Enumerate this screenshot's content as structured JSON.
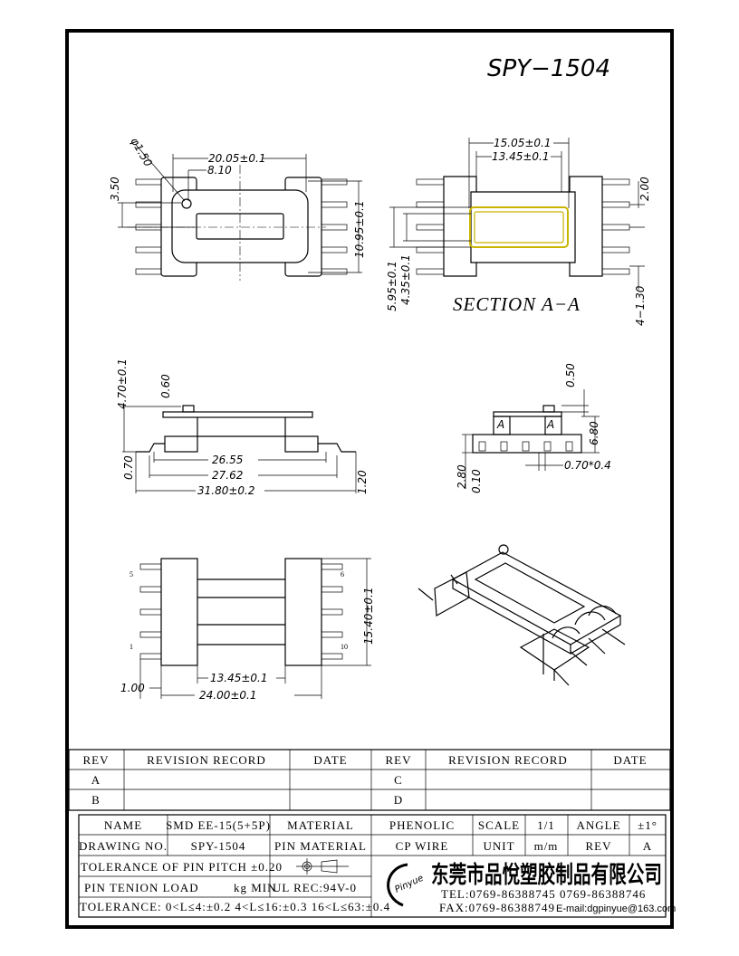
{
  "title": "SPY−1504",
  "top_view": {
    "dia": "φ1.50",
    "w": "20.05±0.1",
    "offset": "8.10",
    "pitch": "3.50",
    "h": "10.95±0.1"
  },
  "section": {
    "w1": "15.05±0.1",
    "w2": "13.45±0.1",
    "d1": "2.00",
    "h1": "5.95±0.1",
    "h2": "4.35±0.1",
    "label": "SECTION A−A",
    "pins": "4−1.30"
  },
  "side_view": {
    "h": "4.70±0.1",
    "t": "0.60",
    "p": "0.70",
    "l1": "26.55",
    "l2": "27.62",
    "l3": "31.80±0.2",
    "h2": "1.20"
  },
  "end_view": {
    "t": "0.50",
    "h": "6.80",
    "b": "2.80",
    "g": "0.10",
    "pin": "0.70*0.4",
    "a": "A"
  },
  "bottom_view": {
    "p5": "5",
    "p6": "6",
    "p1": "1",
    "p10": "10",
    "h": "15.40±0.1",
    "w1": "13.45±0.1",
    "e": "1.00",
    "w2": "24.00±0.1"
  },
  "revision": {
    "headers": [
      "REV",
      "REVISION RECORD",
      "DATE",
      "REV",
      "REVISION RECORD",
      "DATE"
    ],
    "rows": [
      [
        "A",
        "",
        "",
        "C",
        "",
        ""
      ],
      [
        "B",
        "",
        "",
        "D",
        "",
        ""
      ]
    ]
  },
  "titleblock": {
    "name_label": "NAME",
    "name": "SMD EE-15(5+5P)",
    "material_label": "MATERIAL",
    "material": "PHENOLIC",
    "scale_label": "SCALE",
    "scale": "1/1",
    "angle_label": "ANGLE",
    "angle": "±1°",
    "drawing_no_label": "DRAWING NO.",
    "drawing_no": "SPY-1504",
    "pin_material_label": "PIN MATERIAL",
    "pin_material": "CP WIRE",
    "unit_label": "UNIT",
    "unit": "m/m",
    "rev_label": "REV",
    "rev": "A",
    "pitch_tol": "TOLERANCE OF PIN PITCH ±0.20",
    "pin_load": "PIN TENION LOAD",
    "pin_load_unit": "kg MIN",
    "ul": "UL REC:94V-0",
    "tolerance": "TOLERANCE: 0<L≤4:±0.2   4<L≤16:±0.3   16<L≤63:±0.4",
    "logo": "Pinyue",
    "company": "东莞市品悅塑胶制品有限公司",
    "tel": "TEL:0769-86388745     0769-86388746",
    "fax": "FAX:0769-86388749",
    "email": "E-mail:dgpinyue@163.com"
  }
}
